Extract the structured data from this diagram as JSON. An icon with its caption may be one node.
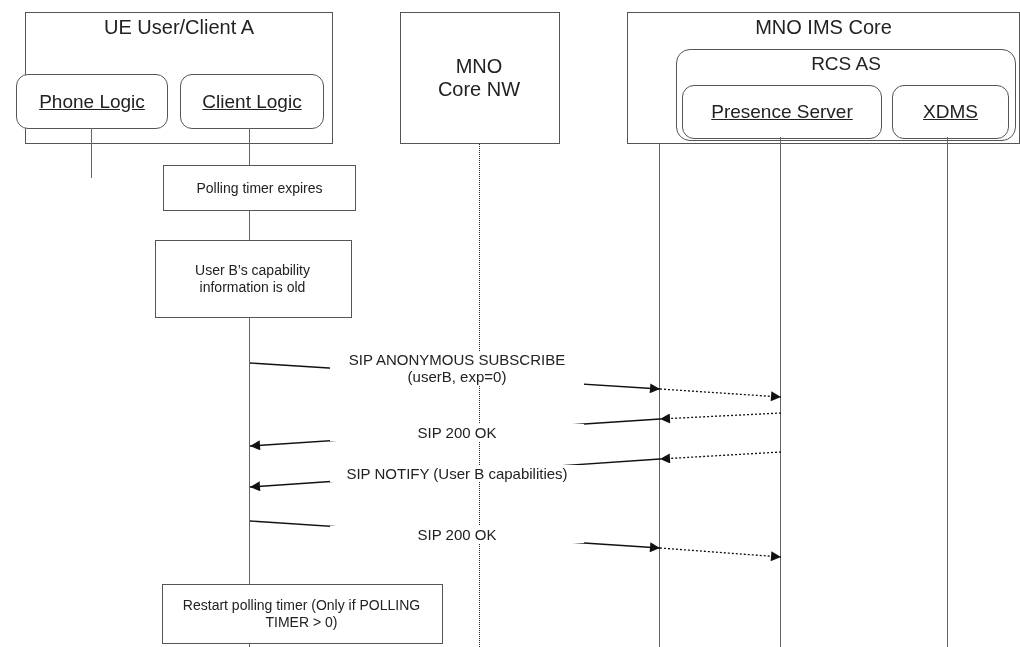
{
  "diagram": {
    "nodes": [
      {
        "text": [
          "UE User/Client A"
        ]
      },
      {
        "text": [
          "Phone Logic"
        ],
        "in": 0
      },
      {
        "text": [
          "Client Logic"
        ],
        "in": 0
      },
      {
        "text": [
          "MNO Core NW"
        ]
      },
      {
        "text": [
          "MNO IMS Core"
        ]
      },
      {
        "text": [
          "RCS AS"
        ],
        "in": 4
      },
      {
        "text": [
          "Presence Server"
        ],
        "in": 5
      },
      {
        "text": [
          "XDMS"
        ],
        "in": 5
      },
      {
        "text": [
          "Polling timer expires"
        ]
      },
      {
        "text": [
          "User B’s capability information is old"
        ]
      },
      {
        "text": [
          "Restart polling timer (Only if POLLING TIMER > 0)"
        ]
      },
      {
        "text": [],
        "shape": "bar"
      },
      {
        "text": [],
        "shape": "bar"
      },
      {
        "text": [],
        "shape": "bar"
      },
      {
        "text": [],
        "shape": "bar"
      },
      {
        "text": [],
        "shape": "bar"
      },
      {
        "text": [],
        "shape": "bar"
      }
    ],
    "edges": [
      {
        "from": 12,
        "to": 14,
        "arrow": "to",
        "label": "SIP ANONYMOUS SUBSCRIBE (userB, exp=0)"
      },
      {
        "from": 14,
        "to": 15,
        "arrow": "to",
        "style": "dashed"
      },
      {
        "from": 15,
        "to": 14,
        "arrow": "to",
        "style": "dashed"
      },
      {
        "from": 14,
        "to": 12,
        "arrow": "to",
        "label": "SIP 200 OK"
      },
      {
        "from": 15,
        "to": 14,
        "arrow": "to",
        "style": "dashed"
      },
      {
        "from": 14,
        "to": 12,
        "arrow": "to",
        "label": "SIP NOTIFY (User B capabilities)"
      },
      {
        "from": 12,
        "to": 14,
        "arrow": "to",
        "label": "SIP 200 OK"
      },
      {
        "from": 14,
        "to": 15,
        "arrow": "to",
        "style": "dashed"
      }
    ]
  }
}
